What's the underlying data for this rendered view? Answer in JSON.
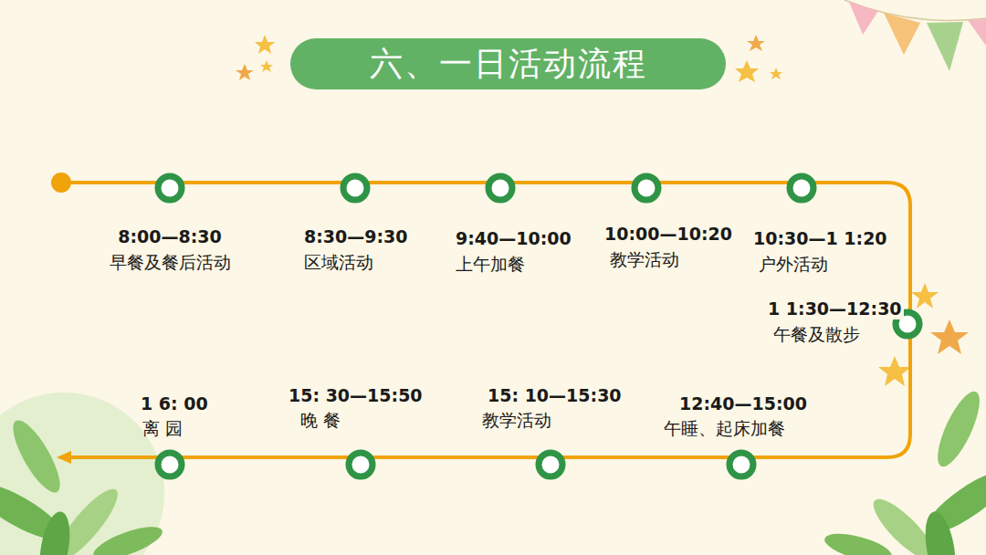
{
  "diagram": {
    "title": "六、一日活动流程",
    "labels": [
      "8:00—8:30",
      "早餐及餐后活动",
      "8:30—9:30",
      "区域活动",
      "9:40—10:00",
      "上午加餐",
      "10:00—10:20",
      "教学活动",
      "10:30—1 1:20",
      "户外活动",
      "1 1:30—12:30",
      "午餐及散步",
      "12:40—15:00",
      "午睡、起床加餐",
      "15: 10—15:30",
      "教学活动",
      "15: 30—15:50",
      "晚 餐",
      "1 6: 00",
      "离 园"
    ]
  }
}
